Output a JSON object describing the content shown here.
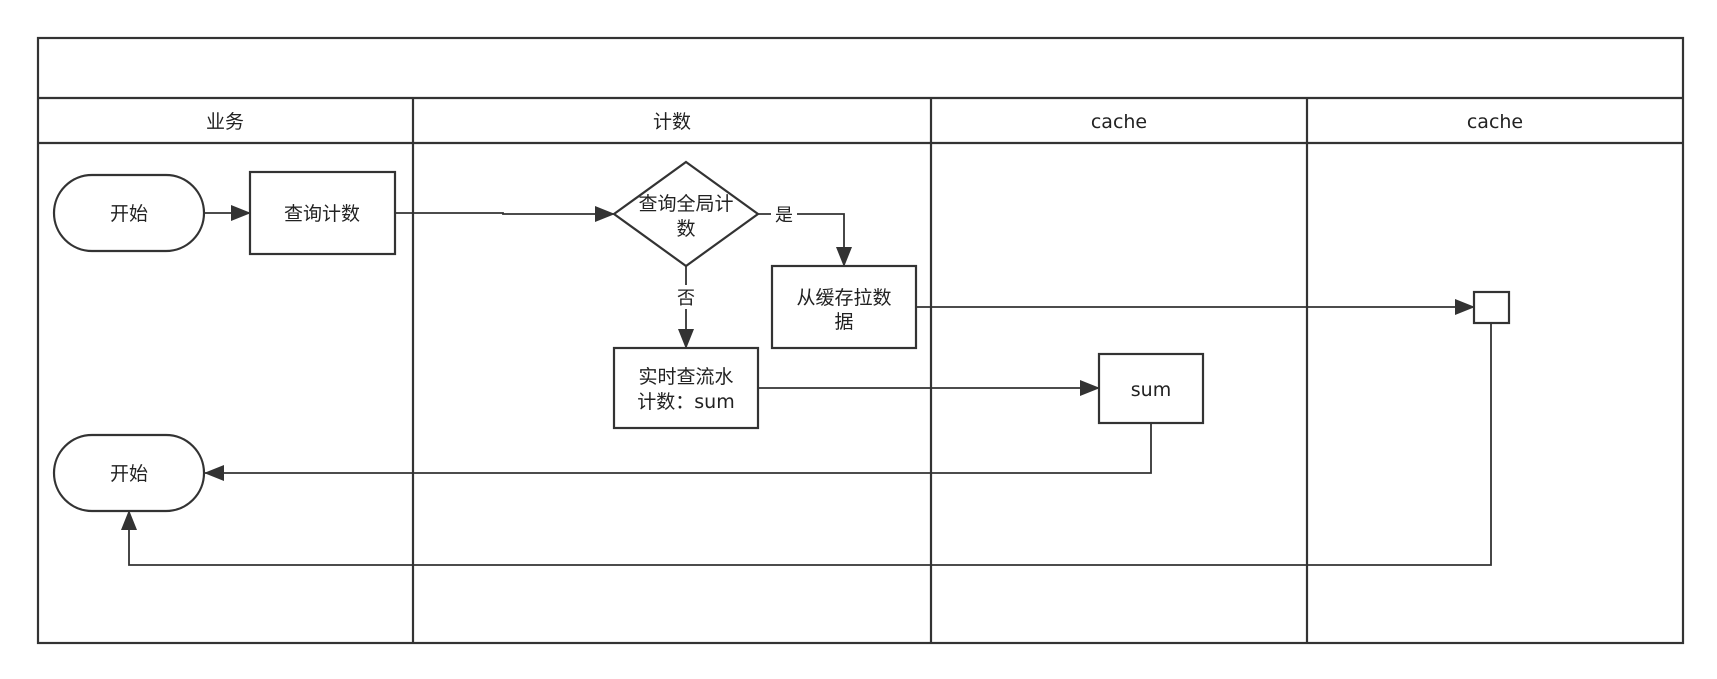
{
  "pool": {
    "title": "",
    "lanes": [
      {
        "id": "lane-business",
        "label": "业务"
      },
      {
        "id": "lane-count",
        "label": "计数"
      },
      {
        "id": "lane-cache-1",
        "label": "cache"
      },
      {
        "id": "lane-cache-2",
        "label": "cache"
      }
    ]
  },
  "nodes": {
    "start_1": {
      "label": "开始"
    },
    "query_count": {
      "label": "查询计数"
    },
    "decision": {
      "lines": [
        "查询全局计",
        "数"
      ]
    },
    "pull_cache": {
      "lines": [
        "从缓存拉数",
        "据"
      ]
    },
    "realtime": {
      "lines": [
        "实时查流水",
        "计数：sum"
      ]
    },
    "sum": {
      "label": "sum"
    },
    "cache_box": {
      "label": ""
    },
    "start_2": {
      "label": "开始"
    }
  },
  "edges": {
    "yes_label": "是",
    "no_label": "否"
  },
  "colors": {
    "stroke": "#333333",
    "background": "#ffffff"
  }
}
